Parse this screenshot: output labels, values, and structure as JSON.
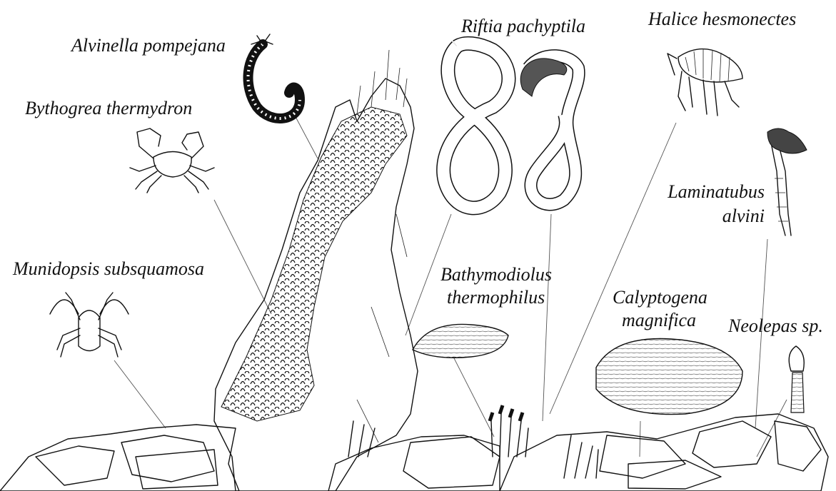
{
  "labels": {
    "alvinella": "Alvinella pompejana",
    "riftia": "Riftia pachyptila",
    "halice": "Halice hesmonectes",
    "bythogrea": "Bythogrea thermydron",
    "laminatubus_1": "Laminatubus",
    "laminatubus_2": "alvini",
    "munidopsis": "Munidopsis subsquamosa",
    "bathymodiolus_1": "Bathymodiolus",
    "bathymodiolus_2": "thermophilus",
    "calyptogena_1": "Calyptogena",
    "calyptogena_2": "magnifica",
    "neolepas": "Neolepas sp."
  }
}
